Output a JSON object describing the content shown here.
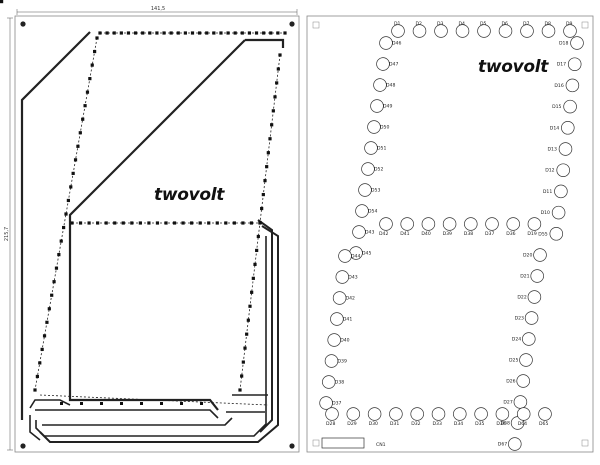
{
  "left_board": {
    "brand": "twovolt",
    "dim_width": "141,5",
    "dim_height": "215,7"
  },
  "right_board": {
    "brand": "twovolt",
    "connector": "CN1",
    "top_labels": [
      "D1",
      "D2",
      "D3",
      "D4",
      "D5",
      "D6",
      "D7",
      "D8",
      "D9"
    ],
    "right_labels": [
      "D18",
      "D17",
      "D16",
      "D15",
      "D14",
      "D13",
      "D12",
      "D11",
      "D10",
      "D55"
    ],
    "left_labels": [
      "D46",
      "D47",
      "D48",
      "D49",
      "D50",
      "D51",
      "D52",
      "D53",
      "D54",
      "D43",
      "D45"
    ],
    "mid_labels": [
      "D42",
      "D41",
      "D40",
      "D39",
      "D38",
      "D37",
      "D36",
      "D19"
    ],
    "lower_left_labels": [
      "D44",
      "D43",
      "D42",
      "D41",
      "D40",
      "D39",
      "D38",
      "D37"
    ],
    "lower_right_labels": [
      "D20",
      "D21",
      "D22",
      "D23",
      "D24",
      "D25",
      "D26",
      "D27",
      "D68",
      "D67"
    ],
    "bottom_labels": [
      "D28",
      "D29",
      "D30",
      "D31",
      "D32",
      "D33",
      "D34",
      "D35",
      "D36",
      "D64",
      "D65"
    ]
  },
  "colors": {
    "trace": "#222222",
    "outline": "#888888"
  }
}
